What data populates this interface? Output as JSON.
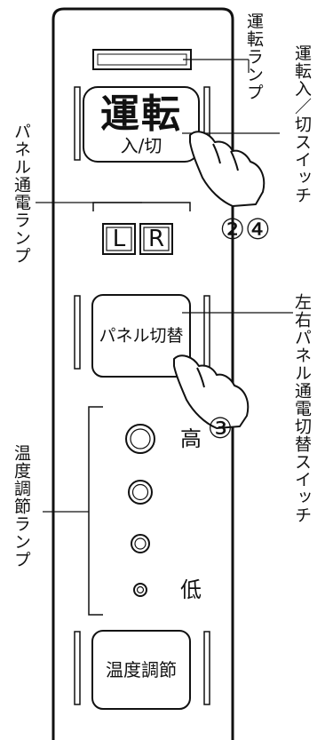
{
  "callouts": {
    "run_lamp": "運転ランプ",
    "run_switch": "運転入／切スイッチ",
    "panel_lamp": "パネル通電ランプ",
    "panel_switch": "左右パネル通電切替スイッチ",
    "temp_lamp": "温度調節ランプ"
  },
  "buttons": {
    "run_main": "運転",
    "run_sub": "入/切",
    "panel_switch": "パネル切替",
    "temp": "温度調節"
  },
  "indicators": {
    "left": "L",
    "right": "R"
  },
  "temp_levels": {
    "high": "高",
    "low": "低"
  },
  "steps": {
    "run": "②④",
    "panel": "③"
  }
}
